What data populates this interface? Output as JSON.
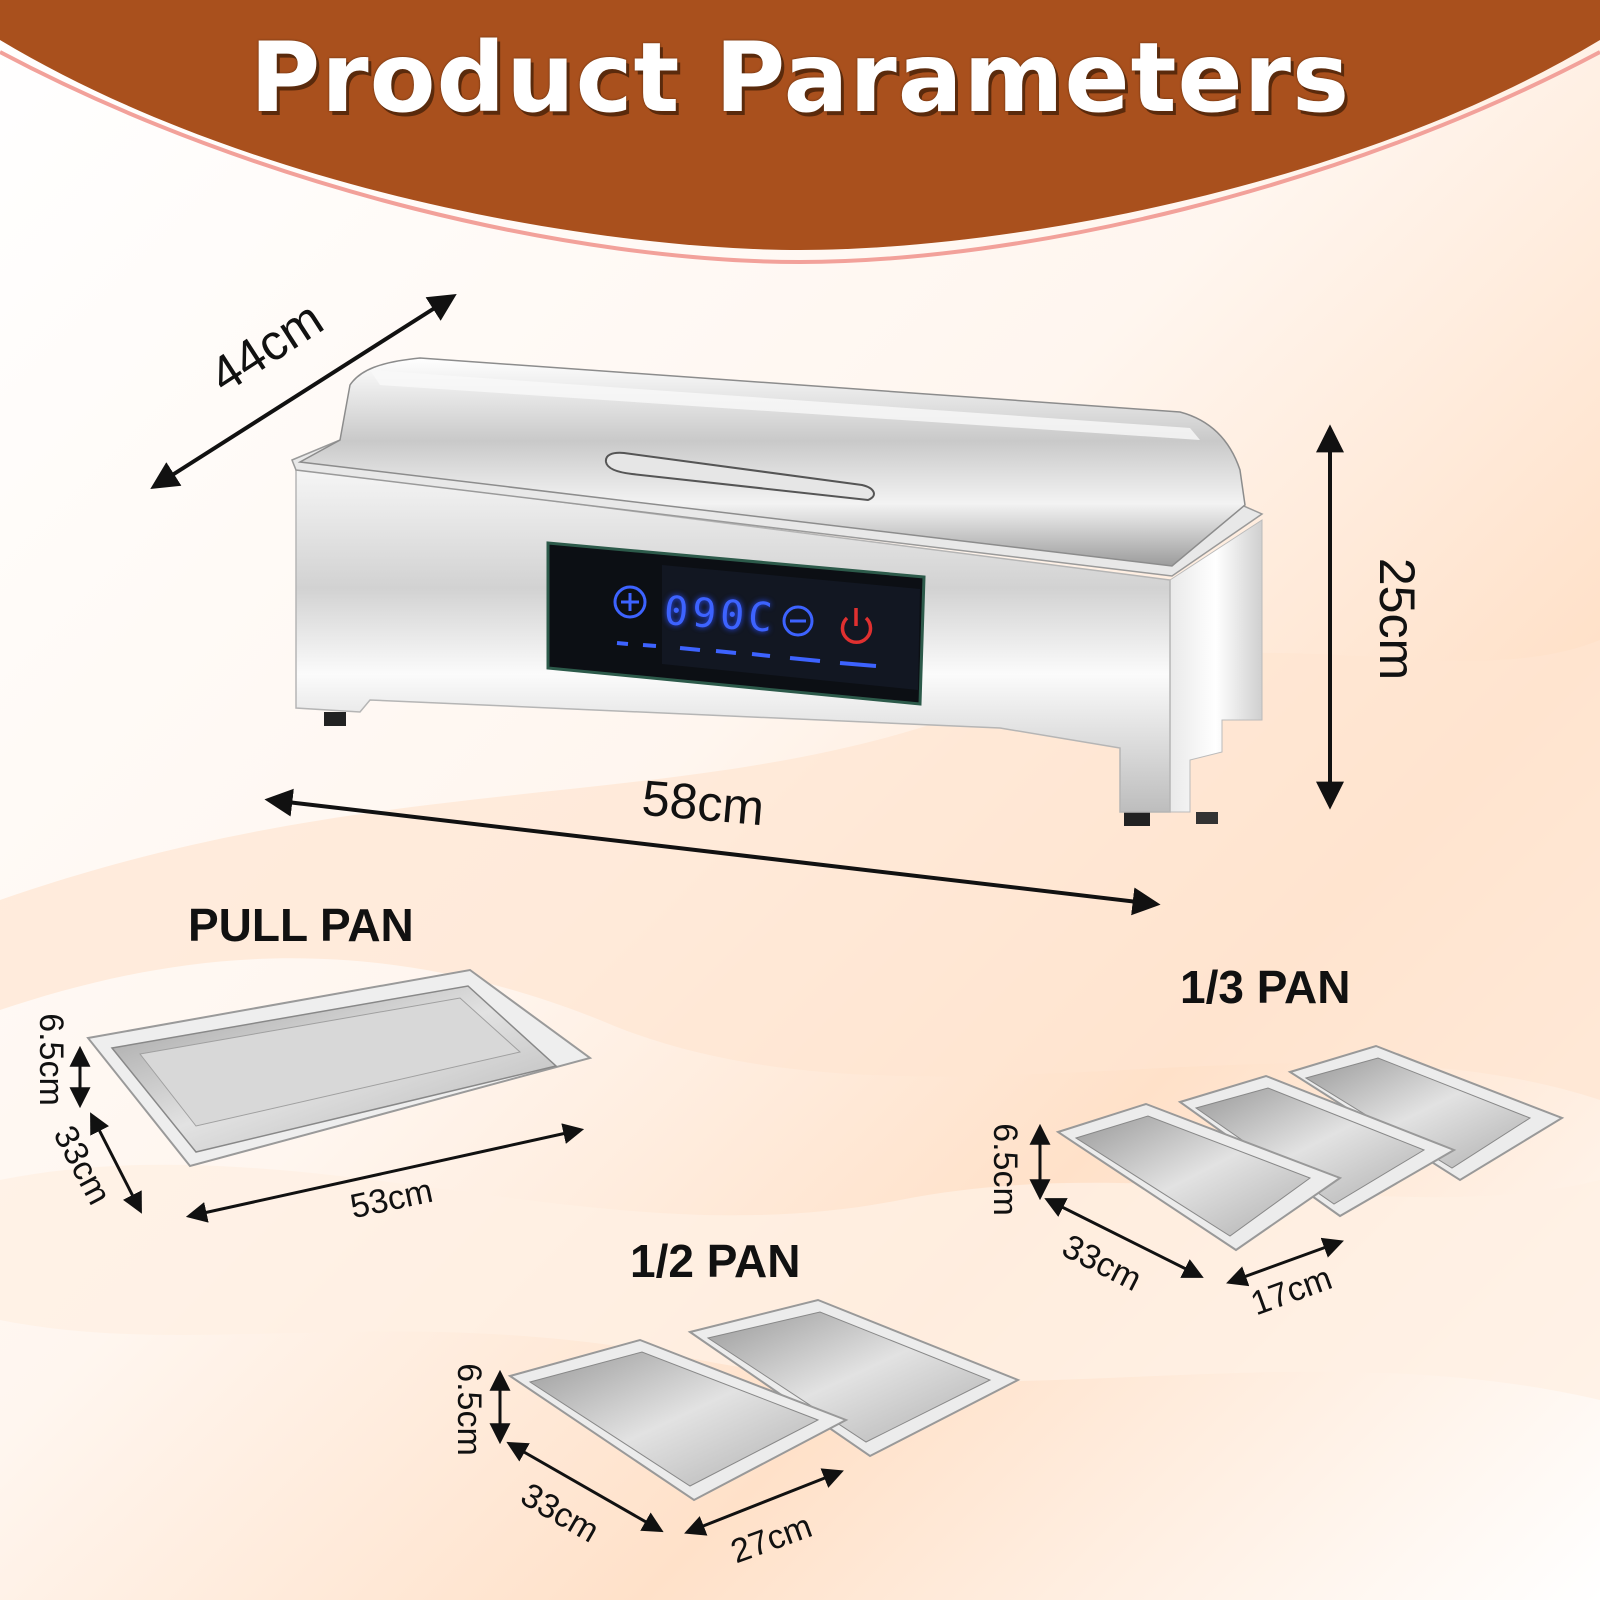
{
  "header": {
    "title": "Product Parameters"
  },
  "main_unit": {
    "depth": "44cm",
    "height": "25cm",
    "width": "58cm",
    "display": {
      "temperature": "090C"
    }
  },
  "pans": {
    "full": {
      "title": "PULL PAN",
      "height": "6.5cm",
      "depth": "33cm",
      "width": "53cm"
    },
    "third": {
      "title": "1/3 PAN",
      "height": "6.5cm",
      "depth": "33cm",
      "width": "17cm"
    },
    "half": {
      "title": "1/2 PAN",
      "height": "6.5cm",
      "depth": "33cm",
      "width": "27cm"
    }
  },
  "colors": {
    "banner": "#a9501d",
    "accent_line": "#f2a19a",
    "lcd": "#3d63ff",
    "power": "#e03030"
  }
}
